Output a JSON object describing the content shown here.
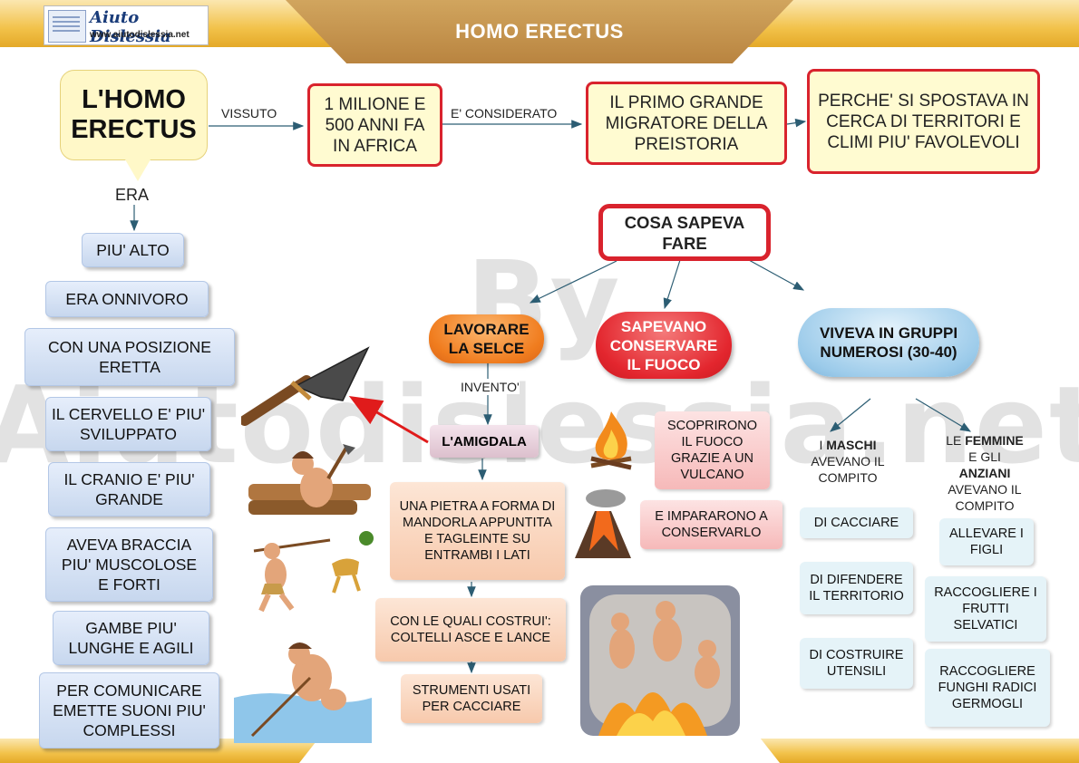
{
  "header": {
    "title": "HOMO ERECTUS",
    "logo_name": "Aiuto Dislessia",
    "logo_url": "www.aiutodislessia.net"
  },
  "watermark": "By Aiutodislessia.net",
  "main_node": "L'HOMO ERECTUS",
  "top_row": {
    "label_vissuto": "VISSUTO",
    "box_time": "1 MILIONE E 500 ANNI FA IN AFRICA",
    "label_considerato": "E' CONSIDERATO",
    "box_migrator": "IL PRIMO GRANDE MIGRATORE DELLA PREISTORIA",
    "box_reason": "PERCHE' SI SPOSTAVA IN CERCA DI TERRITORI E CLIMI PIU' FAVOLEVOLI"
  },
  "era": {
    "label": "ERA",
    "items": [
      "PIU' ALTO",
      "ERA ONNIVORO",
      "CON UNA POSIZIONE ERETTA",
      "IL CERVELLO E' PIU' SVILUPPATO",
      "IL CRANIO E' PIU' GRANDE",
      "AVEVA BRACCIA PIU' MUSCOLOSE E FORTI",
      "GAMBE PIU' LUNGHE E AGILI",
      "PER COMUNICARE EMETTE SUONI PIU' COMPLESSI"
    ]
  },
  "skills": {
    "title": "COSA SAPEVA FARE",
    "selce": {
      "title": "LAVORARE LA SELCE",
      "label_invento": "INVENTO'",
      "amigdala": "L'AMIGDALA",
      "descr": "UNA PIETRA A FORMA DI MANDORLA APPUNTITA E TAGLEINTE SU ENTRAMBI I LATI",
      "tools": "CON LE QUALI COSTRUI': COLTELLI ASCE E LANCE",
      "use": "STRUMENTI USATI PER CACCIARE"
    },
    "fuoco": {
      "title": "SAPEVANO CONSERVARE IL FUOCO",
      "discovery": "SCOPRIRONO IL FUOCO GRAZIE A UN VULCANO",
      "learned": "E IMPARARONO A CONSERVARLO"
    },
    "gruppi": {
      "title": "VIVEVA IN GRUPPI NUMEROSI (30-40)",
      "maschi_head_pre": "I ",
      "maschi_head_bold": "MASCHI",
      "maschi_head_post": "AVEVANO IL COMPITO",
      "maschi": [
        "DI CACCIARE",
        "DI DIFENDERE IL TERRITORIO",
        "DI COSTRUIRE UTENSILI"
      ],
      "femmine_head_pre": "LE ",
      "femmine_head_bold": "FEMMINE",
      "femmine_head_mid": "E GLI",
      "femmine_head_bold2": "ANZIANI",
      "femmine_head_post": "AVEVANO IL COMPITO",
      "femmine": [
        "ALLEVARE I FIGLI",
        "RACCOGLIERE I FRUTTI SELVATICI",
        "RACCOGLIERE FUNGHI RADICI GERMOGLI"
      ]
    }
  },
  "colors": {
    "red_border": "#d9232d",
    "gold_band": "#f2c24a",
    "header_brown": "#b98440",
    "selce_orange": "#f07c1e",
    "fuoco_red": "#e3262e",
    "gruppi_blue": "#9ccbea"
  }
}
